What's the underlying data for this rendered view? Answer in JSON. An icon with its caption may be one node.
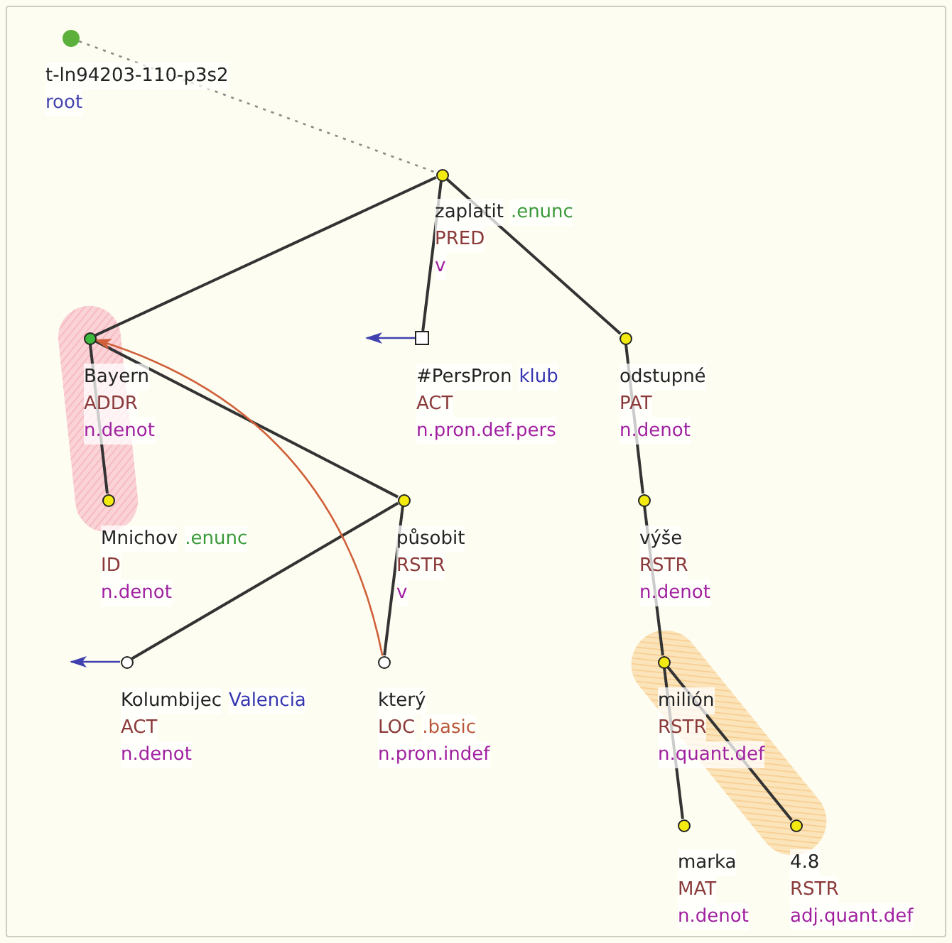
{
  "diagram": {
    "nodes": [
      {
        "text": [],
        "shape": "circle",
        "beside": [
          "t-ln94203-110-p3s2",
          "root"
        ]
      },
      {
        "text": [],
        "shape": "circle",
        "beside": [
          "zaplatit",
          ".enunc",
          "PRED",
          "v"
        ]
      },
      {
        "text": [],
        "shape": "circle",
        "beside": [
          "Bayern",
          "ADDR",
          "n.denot"
        ]
      },
      {
        "text": [],
        "shape": "box",
        "beside": [
          "#PersPron",
          "klub",
          "ACT",
          "n.pron.def.pers"
        ]
      },
      {
        "text": [],
        "shape": "circle",
        "beside": [
          "odstupné",
          "PAT",
          "n.denot"
        ]
      },
      {
        "text": [],
        "shape": "circle",
        "beside": [
          "Mnichov",
          ".enunc",
          "ID",
          "n.denot"
        ]
      },
      {
        "text": [],
        "shape": "circle",
        "beside": [
          "působit",
          "RSTR",
          "v"
        ]
      },
      {
        "text": [],
        "shape": "circle",
        "beside": [
          "výše",
          "RSTR",
          "n.denot"
        ]
      },
      {
        "text": [],
        "shape": "circle",
        "beside": [
          "Kolumbijec",
          "Valencia",
          "ACT",
          "n.denot"
        ]
      },
      {
        "text": [],
        "shape": "circle",
        "beside": [
          "který",
          "LOC",
          ".basic",
          "n.pron.indef"
        ]
      },
      {
        "text": [],
        "shape": "circle",
        "beside": [
          "milión",
          "RSTR",
          "n.quant.def"
        ]
      },
      {
        "text": [],
        "shape": "circle",
        "beside": [
          "marka",
          "MAT",
          "n.denot"
        ]
      },
      {
        "text": [],
        "shape": "circle",
        "beside": [
          "4.8",
          "RSTR",
          "adj.quant.def"
        ]
      }
    ],
    "edges": [
      {
        "from": 0,
        "to": 1,
        "arrow": "none",
        "style": "dashed",
        "color": "#888888"
      },
      {
        "from": 1,
        "to": 2,
        "arrow": "none"
      },
      {
        "from": 1,
        "to": 3,
        "arrow": "none"
      },
      {
        "from": 1,
        "to": 4,
        "arrow": "none"
      },
      {
        "from": 2,
        "to": 5,
        "arrow": "none"
      },
      {
        "from": 2,
        "to": 6,
        "arrow": "none"
      },
      {
        "from": 6,
        "to": 8,
        "arrow": "none"
      },
      {
        "from": 6,
        "to": 9,
        "arrow": "none"
      },
      {
        "from": 4,
        "to": 7,
        "arrow": "none"
      },
      {
        "from": 7,
        "to": 10,
        "arrow": "none"
      },
      {
        "from": 10,
        "to": 11,
        "arrow": "none"
      },
      {
        "from": 10,
        "to": 12,
        "arrow": "none"
      },
      {
        "from": 9,
        "to": 2,
        "arrow": "to",
        "color": "#d0603a"
      },
      {
        "from": 3,
        "to": null,
        "arrow": "to",
        "color": "#4040b0"
      },
      {
        "from": 8,
        "to": null,
        "arrow": "to",
        "color": "#4040b0"
      }
    ]
  }
}
